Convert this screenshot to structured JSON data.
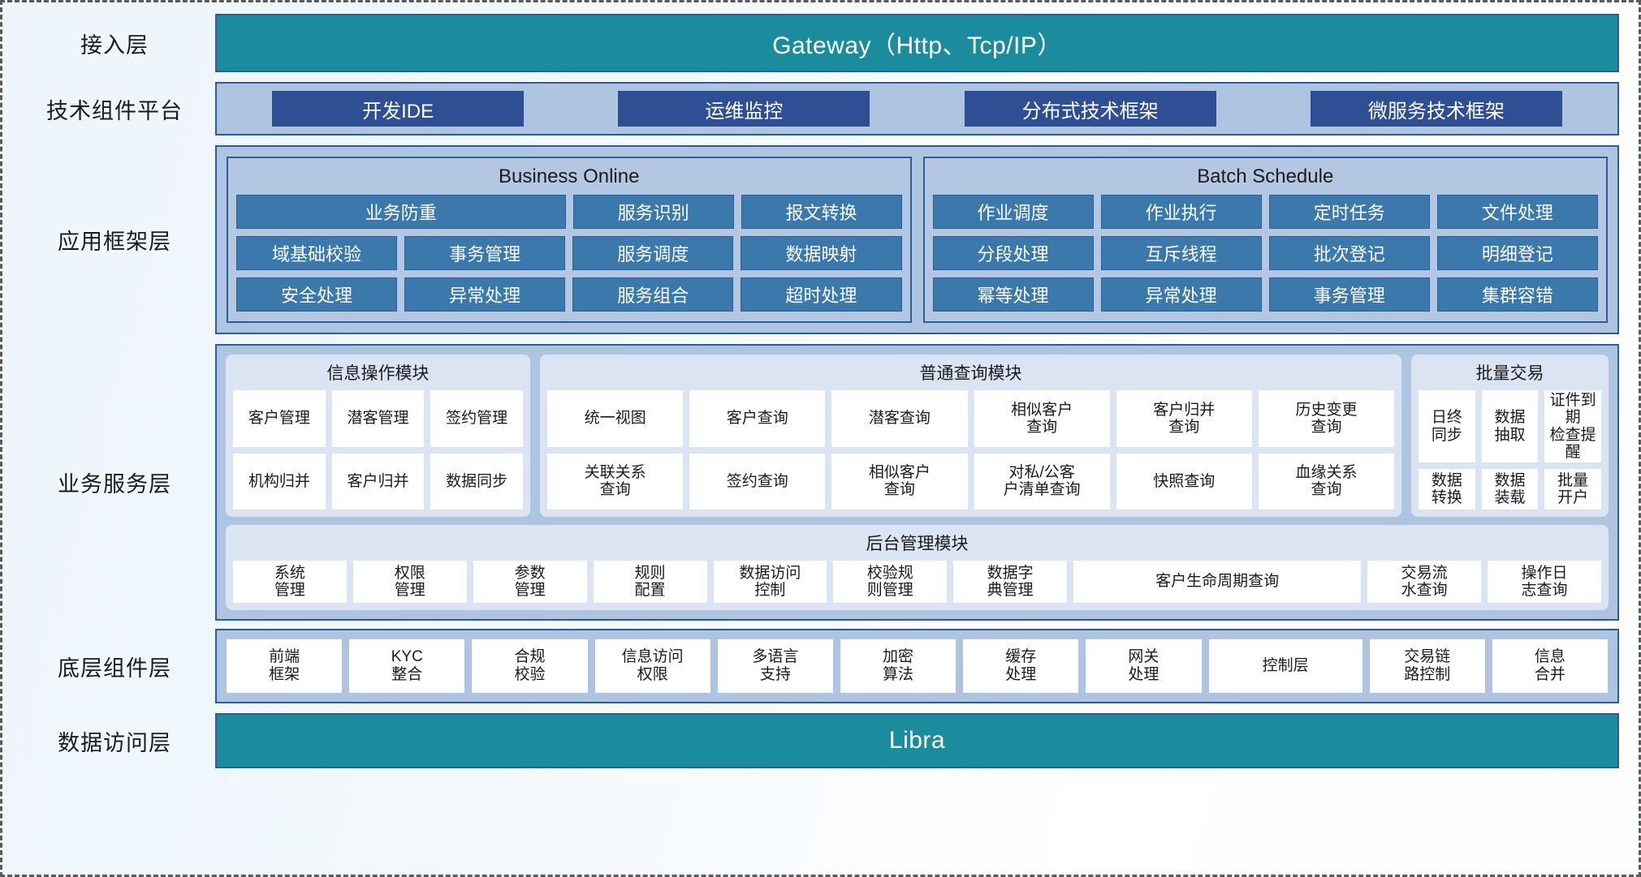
{
  "layers": [
    {
      "label": "接入层"
    },
    {
      "label": "技术组件平台"
    },
    {
      "label": "应用框架层"
    },
    {
      "label": "业务服务层"
    },
    {
      "label": "底层组件层"
    },
    {
      "label": "数据访问层"
    }
  ],
  "access_layer": {
    "title": "Gateway（Http、Tcp/IP）"
  },
  "tech_platform": {
    "items": [
      "开发IDE",
      "运维监控",
      "分布式技术框架",
      "微服务技术框架"
    ]
  },
  "app_framework": {
    "panels": [
      {
        "title": "Business Online",
        "rows": [
          [
            "业务防重",
            "服务识别",
            "报文转换"
          ],
          [
            "域基础校验",
            "事务管理",
            "服务调度",
            "数据映射"
          ],
          [
            "安全处理",
            "异常处理",
            "服务组合",
            "超时处理"
          ]
        ]
      },
      {
        "title": "Batch Schedule",
        "rows": [
          [
            "作业调度",
            "作业执行",
            "定时任务",
            "文件处理"
          ],
          [
            "分段处理",
            "互斥线程",
            "批次登记",
            "明细登记"
          ],
          [
            "幂等处理",
            "异常处理",
            "事务管理",
            "集群容错"
          ]
        ]
      }
    ]
  },
  "business_service": {
    "modules": [
      {
        "title": "信息操作模块",
        "rows": [
          [
            "客户管理",
            "潜客管理",
            "签约管理"
          ],
          [
            "机构归并",
            "客户归并",
            "数据同步"
          ]
        ]
      },
      {
        "title": "普通查询模块",
        "rows": [
          [
            "统一视图",
            "客户查询",
            "潜客查询",
            "相似客户\n查询",
            "客户归并\n查询",
            "历史变更\n查询"
          ],
          [
            "关联关系\n查询",
            "签约查询",
            "相似客户\n查询",
            "对私/公客\n户清单查询",
            "快照查询",
            "血缘关系\n查询"
          ]
        ]
      },
      {
        "title": "批量交易",
        "rows": [
          [
            "日终\n同步",
            "数据\n抽取",
            "证件到期\n检查提醒"
          ],
          [
            "数据\n转换",
            "数据\n装载",
            "批量\n开户"
          ]
        ]
      }
    ],
    "admin_module": {
      "title": "后台管理模块",
      "cells": [
        {
          "label": "系统\n管理",
          "wide": false
        },
        {
          "label": "权限\n管理",
          "wide": false
        },
        {
          "label": "参数\n管理",
          "wide": false
        },
        {
          "label": "规则\n配置",
          "wide": false
        },
        {
          "label": "数据访问\n控制",
          "wide": false
        },
        {
          "label": "校验规\n则管理",
          "wide": false
        },
        {
          "label": "数据字\n典管理",
          "wide": false
        },
        {
          "label": "客户生命周期查询",
          "wide": true
        },
        {
          "label": "交易流\n水查询",
          "wide": false
        },
        {
          "label": "操作日\n志查询",
          "wide": false
        }
      ]
    }
  },
  "base_components": {
    "cells": [
      {
        "label": "前端\n框架",
        "wide": false
      },
      {
        "label": "KYC\n整合",
        "wide": false
      },
      {
        "label": "合规\n校验",
        "wide": false
      },
      {
        "label": "信息访问\n权限",
        "wide": false
      },
      {
        "label": "多语言\n支持",
        "wide": false
      },
      {
        "label": "加密\n算法",
        "wide": false
      },
      {
        "label": "缓存\n处理",
        "wide": false
      },
      {
        "label": "网关\n处理",
        "wide": false
      },
      {
        "label": "控制层",
        "wide": true
      },
      {
        "label": "交易链\n路控制",
        "wide": false
      },
      {
        "label": "信息\n合并",
        "wide": false
      }
    ]
  },
  "data_access_layer": {
    "title": "Libra"
  },
  "colors": {
    "teal": "#1a8c9e",
    "panel_blue": "#aec4e0",
    "chip_dark_blue": "#2e4f93",
    "cell_blue": "#3b78ac",
    "border_blue": "#2b5d96",
    "module_bg": "#dbe4f3",
    "white_cell": "#ffffff"
  }
}
